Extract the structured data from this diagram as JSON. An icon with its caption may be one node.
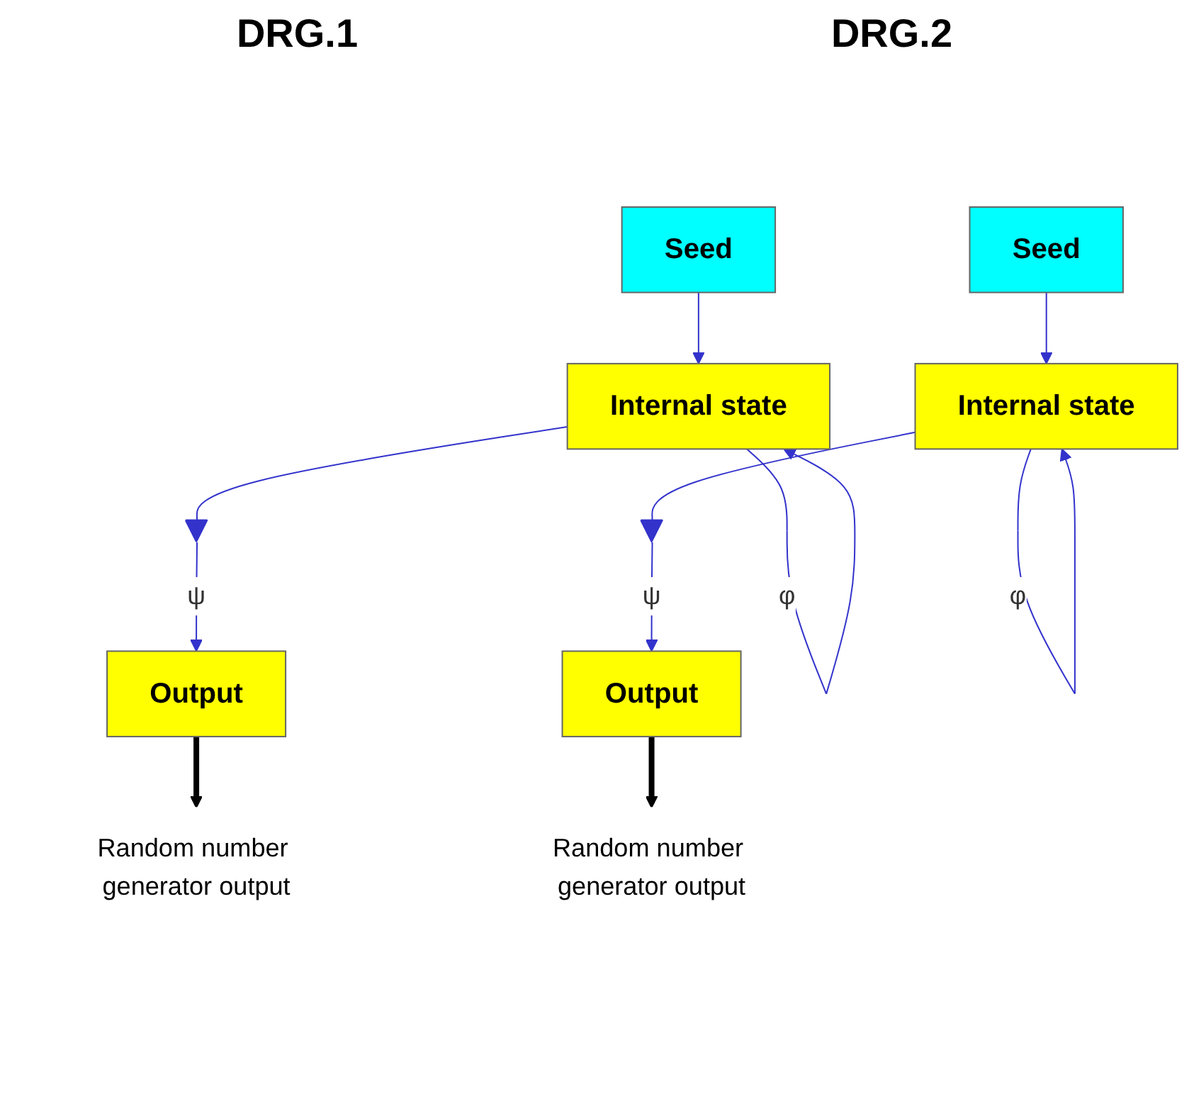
{
  "diagram": {
    "nodes": [
      {
        "text": [
          "Seed"
        ]
      },
      {
        "text": [
          "Internal state"
        ]
      },
      {
        "text": [],
        "shape": "triangle"
      },
      {
        "text": [
          "Output"
        ]
      },
      {
        "text": [
          "Random number generator output"
        ]
      },
      {
        "text": [
          "Seed"
        ]
      },
      {
        "text": [
          "Internal state"
        ]
      },
      {
        "text": [],
        "shape": "triangle"
      },
      {
        "text": [
          "Output"
        ]
      },
      {
        "text": [
          "Random number generator output"
        ]
      }
    ],
    "edges": [
      {
        "from": 0,
        "to": 1,
        "arrow": "to"
      },
      {
        "from": 1,
        "to": 1,
        "arrow": "to",
        "label": "φ"
      },
      {
        "from": 1,
        "to": 2,
        "arrow": "none"
      },
      {
        "from": 2,
        "to": 3,
        "arrow": "to",
        "label": "ψ"
      },
      {
        "from": 3,
        "to": 4,
        "arrow": "to",
        "style": "thick",
        "color": "#000000"
      },
      {
        "from": 5,
        "to": 6,
        "arrow": "to"
      },
      {
        "from": 6,
        "to": 6,
        "arrow": "to",
        "label": "φ"
      },
      {
        "from": 6,
        "to": 7,
        "arrow": "none"
      },
      {
        "from": 7,
        "to": 8,
        "arrow": "to",
        "label": "ψ"
      },
      {
        "from": 8,
        "to": 9,
        "arrow": "to",
        "style": "thick",
        "color": "#000000"
      }
    ],
    "labels": [
      "DRG.1",
      "DRG.2"
    ]
  }
}
